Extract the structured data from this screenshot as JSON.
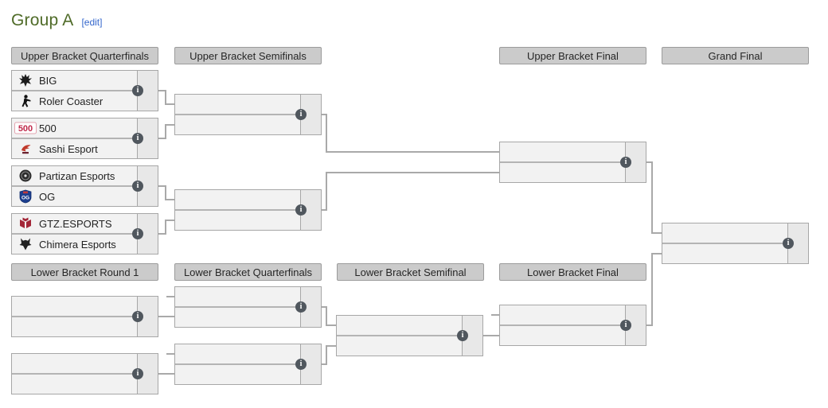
{
  "page": {
    "title": "Group A",
    "edit_label": "[edit]"
  },
  "columns": {
    "ubqf": "Upper Bracket Quarterfinals",
    "ubsf": "Upper Bracket Semifinals",
    "ubf": "Upper Bracket Final",
    "gf": "Grand Final",
    "lbr1": "Lower Bracket Round 1",
    "lbqf": "Lower Bracket Quarterfinals",
    "lbsf": "Lower Bracket Semifinal",
    "lbf": "Lower Bracket Final"
  },
  "matches": {
    "ubqf1": {
      "top": {
        "name": "BIG",
        "icon": "big-logo",
        "score": ""
      },
      "bottom": {
        "name": "Roler Coaster",
        "icon": "roler-coaster-logo",
        "score": ""
      }
    },
    "ubqf2": {
      "top": {
        "name": "500",
        "icon": "500-logo",
        "score": ""
      },
      "bottom": {
        "name": "Sashi Esport",
        "icon": "sashi-esport-logo",
        "score": ""
      }
    },
    "ubqf3": {
      "top": {
        "name": "Partizan Esports",
        "icon": "partizan-esports-logo",
        "score": ""
      },
      "bottom": {
        "name": "OG",
        "icon": "og-logo",
        "score": ""
      }
    },
    "ubqf4": {
      "top": {
        "name": "GTZ.ESPORTS",
        "icon": "gtz-esports-logo",
        "score": ""
      },
      "bottom": {
        "name": "Chimera Esports",
        "icon": "chimera-esports-logo",
        "score": ""
      }
    }
  },
  "info_icon_glyph": "i",
  "colors": {
    "title_green": "#4f6b28",
    "edit_blue": "#3366cc",
    "header_bg": "#cbcbcb",
    "header_border": "#9b9b9b",
    "match_bg": "#f2f2f2",
    "match_border": "#a7a7a7",
    "score_bg": "#e8e8e8",
    "divider": "#b4b4b4",
    "connector": "#a9a9a9",
    "info_icon_bg": "#50575e"
  }
}
